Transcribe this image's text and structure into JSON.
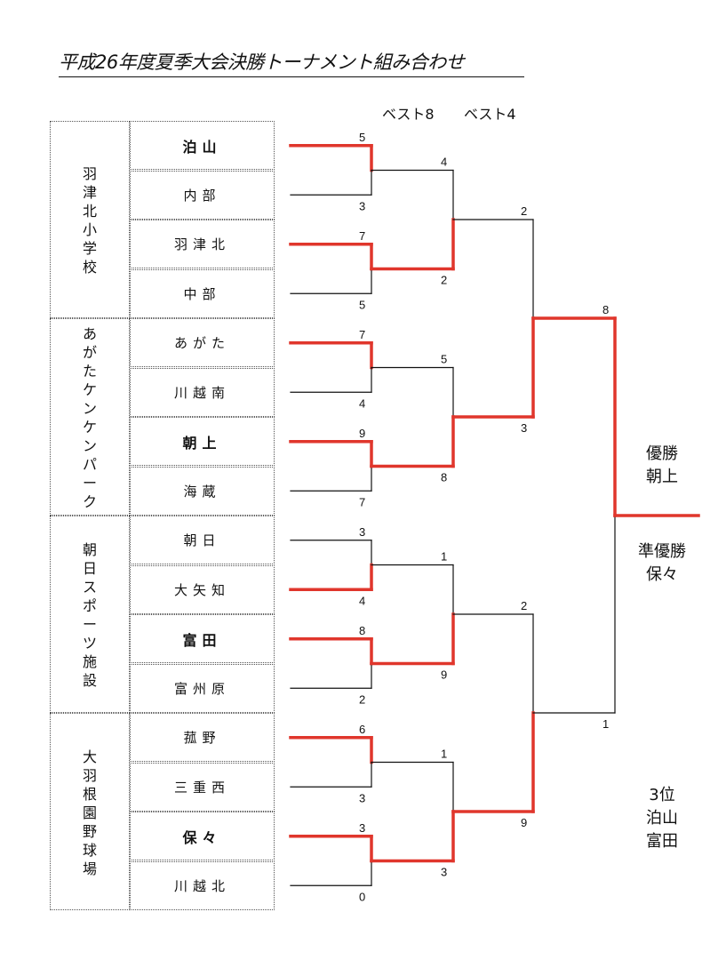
{
  "title": "平成26年度夏季大会決勝トーナメント組み合わせ",
  "rounds": {
    "best8": "ベスト8",
    "best4": "ベスト4"
  },
  "venues": [
    {
      "name": "羽津北小学校"
    },
    {
      "name": "あがたケンケンパーク"
    },
    {
      "name": "朝日スポーツ施設"
    },
    {
      "name": "大羽根園野球場"
    }
  ],
  "teams": [
    {
      "name": "泊山",
      "score": "5",
      "bold": true,
      "winner": true
    },
    {
      "name": "内部",
      "score": "3",
      "bold": false,
      "winner": false
    },
    {
      "name": "羽津北",
      "score": "7",
      "bold": false,
      "winner": true
    },
    {
      "name": "中部",
      "score": "5",
      "bold": false,
      "winner": false
    },
    {
      "name": "あがた",
      "score": "7",
      "bold": false,
      "winner": true
    },
    {
      "name": "川越南",
      "score": "4",
      "bold": false,
      "winner": false
    },
    {
      "name": "朝上",
      "score": "9",
      "bold": true,
      "winner": true
    },
    {
      "name": "海蔵",
      "score": "7",
      "bold": false,
      "winner": false
    },
    {
      "name": "朝日",
      "score": "3",
      "bold": false,
      "winner": false
    },
    {
      "name": "大矢知",
      "score": "4",
      "bold": false,
      "winner": true
    },
    {
      "name": "富田",
      "score": "8",
      "bold": true,
      "winner": true
    },
    {
      "name": "富州原",
      "score": "2",
      "bold": false,
      "winner": false
    },
    {
      "name": "菰野",
      "score": "6",
      "bold": false,
      "winner": true
    },
    {
      "name": "三重西",
      "score": "3",
      "bold": false,
      "winner": false
    },
    {
      "name": "保々",
      "score": "3",
      "bold": true,
      "winner": true
    },
    {
      "name": "川越北",
      "score": "0",
      "bold": false,
      "winner": false
    }
  ],
  "round2": [
    {
      "score": "4",
      "winner": false
    },
    {
      "score": "2",
      "winner": true
    },
    {
      "score": "5",
      "winner": false
    },
    {
      "score": "8",
      "winner": true
    },
    {
      "score": "1",
      "winner": false
    },
    {
      "score": "9",
      "winner": true
    },
    {
      "score": "1",
      "winner": false
    },
    {
      "score": "3",
      "winner": true
    }
  ],
  "round3": [
    {
      "score": "2",
      "winner": false
    },
    {
      "score": "3",
      "winner": true
    },
    {
      "score": "2",
      "winner": false
    },
    {
      "score": "9",
      "winner": true
    }
  ],
  "final": [
    {
      "score": "8",
      "winner": true
    },
    {
      "score": "1",
      "winner": false
    }
  ],
  "results": {
    "champion_label": "優勝",
    "champion": "朝上",
    "runnerup_label": "準優勝",
    "runnerup": "保々",
    "third_label": "3位",
    "third_1": "泊山",
    "third_2": "富田"
  },
  "colors": {
    "win": "#e0362c",
    "line": "#111111"
  }
}
